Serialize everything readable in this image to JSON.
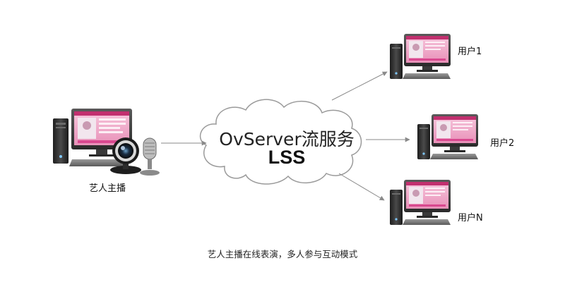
{
  "nodes": {
    "anchor": {
      "label": "艺人主播"
    },
    "server": {
      "title": "OvServer流服务",
      "subtitle": "LSS"
    },
    "users": [
      {
        "label": "用户1"
      },
      {
        "label": "用户2"
      },
      {
        "label": "用户N"
      }
    ]
  },
  "caption": "艺人主播在线表演，多人参与互动模式",
  "colors": {
    "arrow": "#8a8a8a",
    "cloud_stroke": "#9a9a9a",
    "screen_accent": "#d9488f",
    "tower": "#2b2b2b"
  }
}
